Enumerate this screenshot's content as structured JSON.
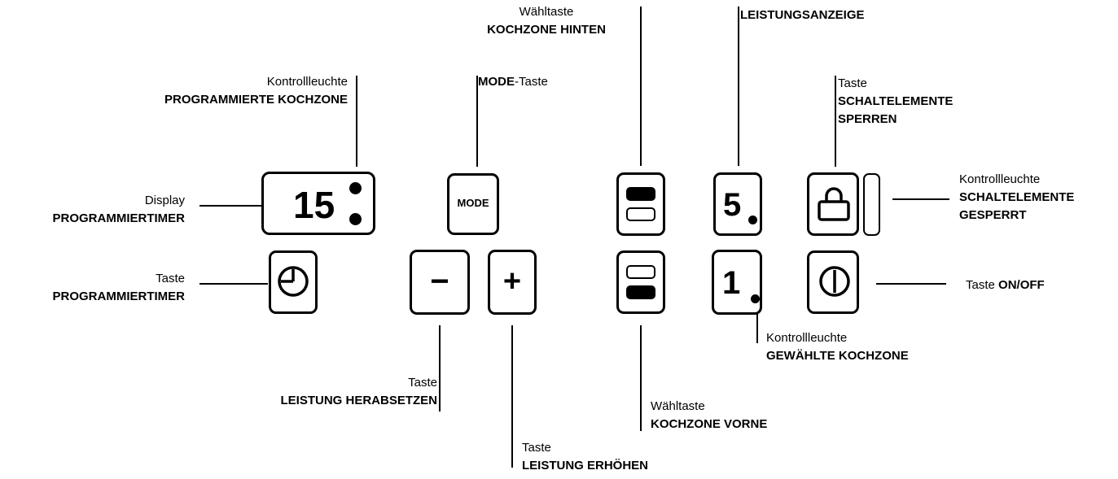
{
  "labels": {
    "kontroll_prog_line1": "Kontrollleuchte",
    "kontroll_prog_line2": "PROGRAMMIERTE KOCHZONE",
    "mode_bold": "MODE",
    "mode_suffix": "-Taste",
    "hinten_line1": "Wähltaste",
    "hinten_line2": "KOCHZONE HINTEN",
    "leistungsanzeige": "LEISTUNGSANZEIGE",
    "lock_line1": "Taste",
    "lock_line2": "SCHALTELEMENTE",
    "lock_line3": "SPERREN",
    "gesperrt_line1": "Kontrollleuchte",
    "gesperrt_line2": "SCHALTELEMENTE",
    "gesperrt_line3": "GESPERRT",
    "display_line1": "Display",
    "display_line2": "PROGRAMMIERTIMER",
    "timer_line1": "Taste",
    "timer_line2": "PROGRAMMIERTIMER",
    "onoff_prefix": "Taste ",
    "onoff_bold": "ON/OFF",
    "gewaehlt_line1": "Kontrollleuchte",
    "gewaehlt_line2": "GEWÄHLTE KOCHZONE",
    "herab_line1": "Taste",
    "herab_line2": "LEISTUNG HERABSETZEN",
    "vorne_line1": "Wähltaste",
    "vorne_line2": "KOCHZONE VORNE",
    "erhoehen_line1": "Taste",
    "erhoehen_line2": "LEISTUNG ERHÖHEN"
  },
  "panel": {
    "timer_display": "15",
    "mode_button": "MODE",
    "power_level_back": "5",
    "power_level_front": "1",
    "minus_symbol": "−",
    "plus_symbol": "+"
  },
  "icons": {
    "timer": "clock-icon",
    "lock": "padlock-icon",
    "power": "power-icon",
    "zone_back": "zone-back-icon",
    "zone_front": "zone-front-icon"
  }
}
